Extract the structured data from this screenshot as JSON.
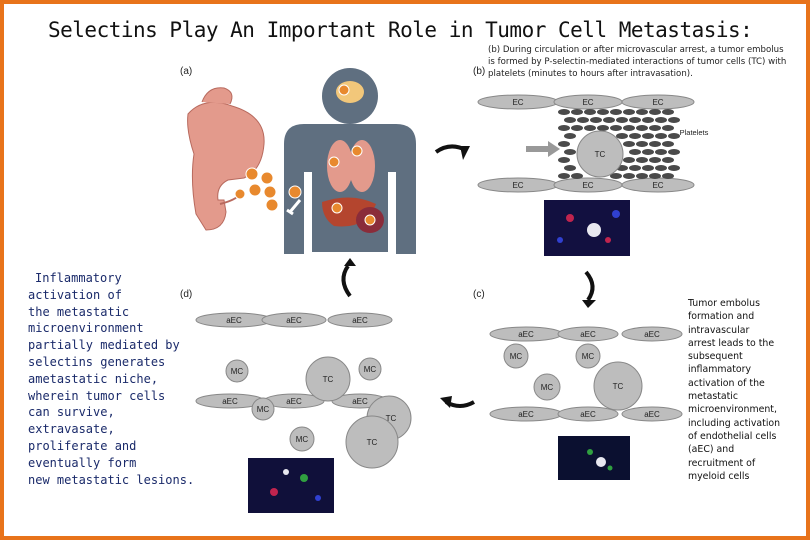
{
  "title": "Selectins Play An Important Role in Tumor Cell Metastasis:",
  "panel_labels": {
    "a": "(a)",
    "b": "(b)",
    "c": "(c)",
    "d": "(d)"
  },
  "caption_b": "(b) During circulation or after microvascular arrest, a tumor embolus is formed by P-selectin-mediated interactions of tumor cells (TC) with platelets (minutes to hours after intravasation).",
  "left_text_lines": [
    "Inflammatory",
    "activation of",
    "the metastatic",
    "microenvironment",
    "partially mediated by",
    "selectins generates",
    "ametastatic niche,",
    "wherein tumor cells",
    "can survive,",
    "extravasate,",
    "proliferate and",
    "eventually form",
    "new metastatic lesions."
  ],
  "right_text_lines": [
    "Tumor embolus",
    "formation and",
    "intravascular",
    "arrest leads to the",
    "subsequent",
    "inflammatory",
    "activation of the",
    "metastatic",
    "microenvironment,",
    "including activation",
    "of endothelial cells",
    "(aEC) and",
    "recruitment of",
    "myeloid cells"
  ],
  "panel_b_labels": {
    "ec_top": [
      "EC",
      "EC",
      "EC"
    ],
    "ec_bottom": [
      "EC",
      "EC",
      "EC"
    ],
    "tc": "TC",
    "platelets": "Platelets"
  },
  "panel_c_labels": {
    "aec_top": [
      "aEC",
      "aEC",
      "aEC"
    ],
    "aec_bottom": [
      "aEC",
      "aEC",
      "aEC"
    ],
    "mc": [
      "MC",
      "MC",
      "MC"
    ],
    "tc": "TC"
  },
  "panel_d_labels": {
    "aec_top": [
      "aEC",
      "aEC",
      "aEC"
    ],
    "aec_mid": [
      "aEC",
      "aEC",
      "aEC"
    ],
    "mc": [
      "MC",
      "MC",
      "MC",
      "MC"
    ],
    "tc": [
      "TC",
      "TC",
      "TC"
    ]
  },
  "colors": {
    "border": "#e8731a",
    "left_text": "#1a2a6a",
    "body": "#5f6f80",
    "organ": "#e39a8c",
    "tumor": "#e8892e",
    "cell": "#bdbdbd"
  }
}
